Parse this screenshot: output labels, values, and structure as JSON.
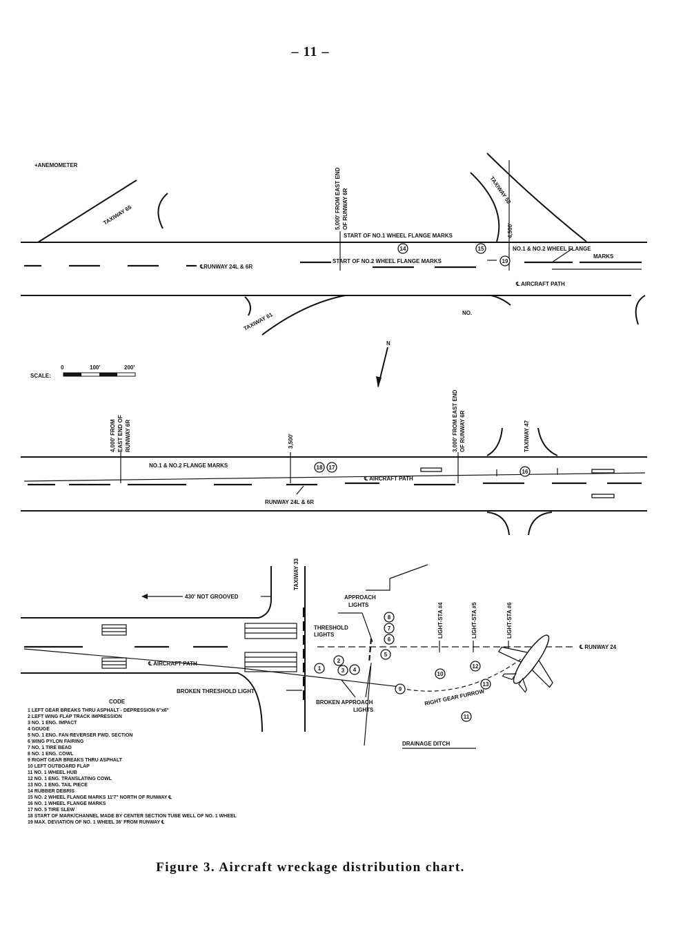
{
  "page_number": "– 11 –",
  "caption": "Figure 3.   Aircraft wreckage distribution chart.",
  "labels": {
    "anemometer": "+ANEMOMETER",
    "taxiway_65": "TAXIWAY 65",
    "taxiway_61": "TAXIWAY 61",
    "taxiway_52": "TAXIWAY 52",
    "taxiway_47": "TAXIWAY 47",
    "taxiway_33": "TAXIWAY 33",
    "dist_5000_a": "5,000' FROM EAST END",
    "dist_5000_b": "OF RUNWAY 6R",
    "dist_4500": "4,500'",
    "start_no1_flange": "START OF NO.1 WHEEL FLANGE MARKS",
    "start_no2_flange": "START OF NO.2 WHEEL FLANGE MARKS",
    "no1_no2_flange_a": "NO.1 & NO.2 WHEEL FLANGE",
    "no1_no2_flange_b": "MARKS",
    "runway_cl_top": "℄RUNWAY 24L & 6R",
    "aircraft_path_top": "℄ AIRCRAFT PATH",
    "no_label": "NO.",
    "north": "N",
    "scale_label": "SCALE:",
    "scale_ticks": [
      "0",
      "100'",
      "200'"
    ],
    "dist_4000_a": "4,000' FROM",
    "dist_4000_b": "EAST END OF",
    "dist_4000_c": "RUNWAY 6R",
    "dist_3500": "3,500'",
    "dist_3000_a": "3,000' FROM EAST END",
    "dist_3000_b": "OF RUNWAY 6R",
    "no1_no2_flange_mid": "NO.1 & NO.2 FLANGE MARKS",
    "aircraft_path_mid": "℄ AIRCRAFT PATH",
    "runway_mid": "RUNWAY 24L & 6R",
    "not_grooved": "430' NOT GROOVED",
    "approach_lights_a": "APPROACH",
    "approach_lights_b": "LIGHTS",
    "threshold_lights_a": "THRESHOLD",
    "threshold_lights_b": "LIGHTS",
    "light_sta_4": "LIGHT-STA #4",
    "light_sta_5": "LIGHT-STA #5",
    "light_sta_6": "LIGHT-STA #6",
    "runway_24": "℄ RUNWAY 24",
    "aircraft_path_bottom": "℄ AIRCRAFT PATH",
    "broken_threshold": "BROKEN THRESHOLD LIGHT",
    "broken_approach_a": "BROKEN APPROACH",
    "broken_approach_b": "LIGHTS",
    "right_gear_furrow": "RIGHT GEAR FURROW",
    "drainage_ditch": "DRAINAGE DITCH"
  },
  "markers": [
    "1",
    "2",
    "3",
    "4",
    "5",
    "6",
    "7",
    "8",
    "9",
    "10",
    "11",
    "12",
    "13",
    "14",
    "15",
    "16",
    "17",
    "18",
    "19"
  ],
  "legend": {
    "title": "CODE",
    "items": [
      "1  LEFT GEAR BREAKS THRU ASPHALT - DEPRESSION 6\"x6\"",
      "2  LEFT WING  FLAP TRACK IMPRESSION",
      "3  NO. 1 ENG. IMPACT",
      "4  GOUGE",
      "5  NO. 1 ENG. FAN REVERSER FWD. SECTION",
      "6  WING PYLON FAIRING",
      "7  NO. 1 TIRE BEAD",
      "8  NO. 1 ENG. COWL",
      "9  RIGHT GEAR BREAKS THRU ASPHALT",
      "10  LEFT OUTBOARD FLAP",
      "11  NO. 1 WHEEL HUB",
      "12  NO. 1 ENG. TRANSLATING COWL",
      "13  NO. 1 ENG. TAIL PIECE",
      "14  RUBBER DEBRIS",
      "15  NO. 2 WHEEL FLANGE MARKS 11'7\" NORTH OF RUNWAY ℄",
      "16  NO. 1 WHEEL FLANGE MARKS",
      "17  NO. 5 TIRE SLEW",
      "18  START OF MARK/CHANNEL MADE BY CENTER SECTION TUBE WELL OF NO. 1 WHEEL",
      "19  MAX. DEVIATION OF NO. 1 WHEEL 36' FROM RUNWAY ℄"
    ]
  }
}
